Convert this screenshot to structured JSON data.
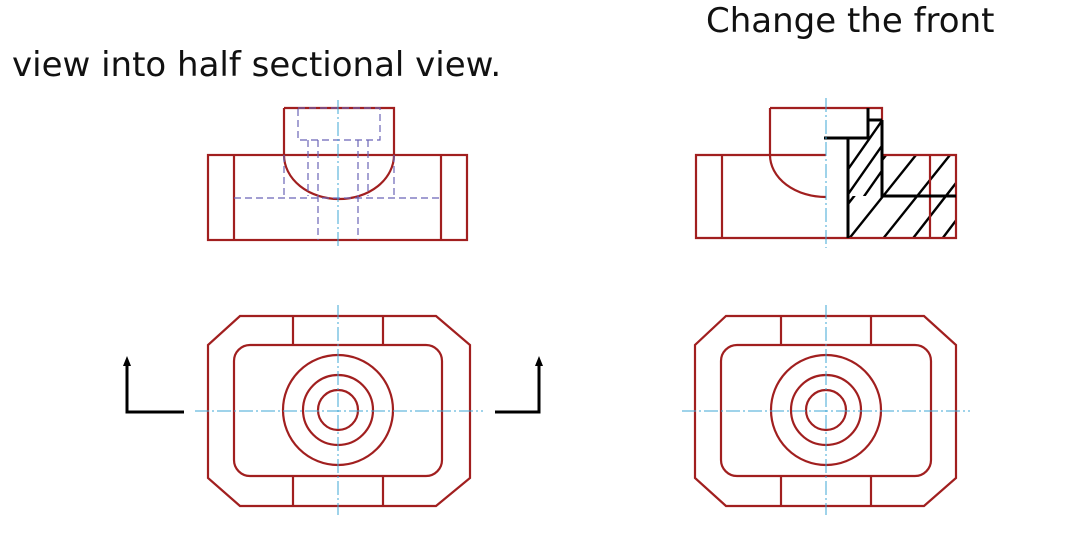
{
  "instruction": {
    "line1": "Change the front",
    "line2": "view into half sectional view."
  },
  "colors": {
    "outline": "#a11f1f",
    "hidden": "#6a64b6",
    "centerline": "#3fa7d6",
    "section_plane": "#000000",
    "hatch": "#000000",
    "background": "#ffffff"
  },
  "views": [
    {
      "id": "given-front-view",
      "style": "full view with hidden lines"
    },
    {
      "id": "given-top-view",
      "style": "top view with cutting-plane arrows"
    },
    {
      "id": "answer-front-view",
      "style": "half sectional view"
    },
    {
      "id": "answer-top-view",
      "style": "top view"
    }
  ]
}
